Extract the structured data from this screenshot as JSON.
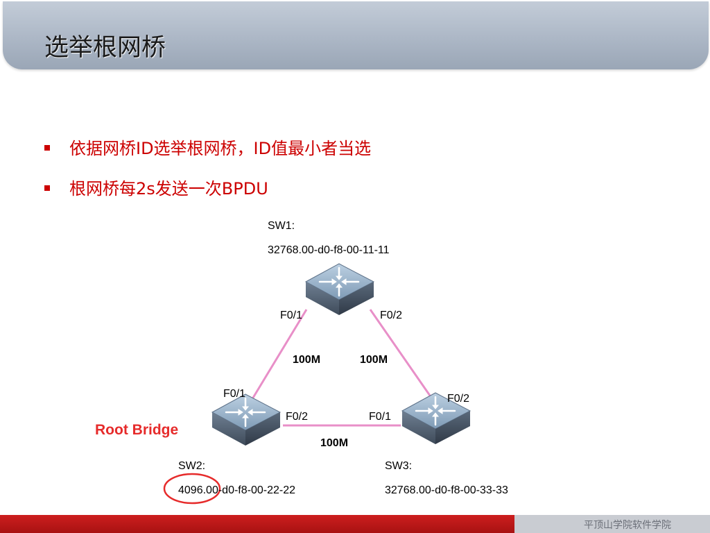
{
  "slide": {
    "title": "选举根网桥",
    "bullets": [
      "依据网桥ID选举根网桥，ID值最小者当选",
      "根网桥每2s发送一次BPDU"
    ],
    "footer": "平顶山学院软件学院"
  },
  "diagram": {
    "switches": [
      {
        "id": "sw1",
        "name": "SW1:",
        "bridge_id": "32768.00-d0-f8-00-11-11"
      },
      {
        "id": "sw2",
        "name": "SW2:",
        "bridge_id": "4096.00-d0-f8-00-22-22"
      },
      {
        "id": "sw3",
        "name": "SW3:",
        "bridge_id": "32768.00-d0-f8-00-33-33"
      }
    ],
    "links": [
      {
        "from": "sw1",
        "from_port": "F0/1",
        "to": "sw2",
        "to_port": "F0/1",
        "bandwidth": "100M"
      },
      {
        "from": "sw1",
        "from_port": "F0/2",
        "to": "sw3",
        "to_port": "F0/2",
        "bandwidth": "100M"
      },
      {
        "from": "sw2",
        "from_port": "F0/2",
        "to": "sw3",
        "to_port": "F0/1",
        "bandwidth": "100M"
      }
    ],
    "root_bridge_label": "Root Bridge",
    "link_color": "#e88fc8",
    "highlight_color": "#e62b2b"
  }
}
